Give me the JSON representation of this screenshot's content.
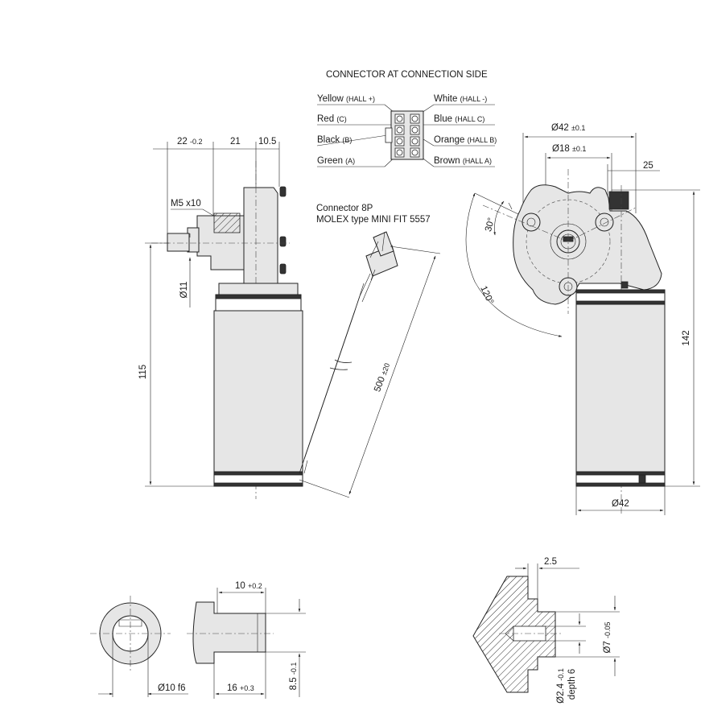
{
  "connector_table": {
    "title": "CONNECTOR AT CONNECTION SIDE",
    "pins_left": [
      {
        "color": "Yellow",
        "signal": "(HALL +)"
      },
      {
        "color": "Red",
        "signal": "(C)"
      },
      {
        "color": "Black",
        "signal": "(B)"
      },
      {
        "color": "Green",
        "signal": "(A)"
      }
    ],
    "pins_right": [
      {
        "color": "White",
        "signal": "(HALL -)"
      },
      {
        "color": "Blue",
        "signal": "(HALL C)"
      },
      {
        "color": "Orange",
        "signal": "(HALL B)"
      },
      {
        "color": "Brown",
        "signal": "(HALL A)"
      }
    ],
    "connector_label_1": "Connector 8P",
    "connector_label_2": "MOLEX type MINI FIT 5557"
  },
  "side_view": {
    "dim_22": "22",
    "dim_22_tol": "-0.2",
    "dim_21": "21",
    "dim_10_5": "10.5",
    "thread": "M5 x10",
    "shaft_dia": "Ø11",
    "length_115": "115",
    "cable_length": "500",
    "cable_tol": "±20"
  },
  "front_view": {
    "dia_42_tol": "Ø42",
    "tol_42": "±0.1",
    "dia_18": "Ø18",
    "tol_18": "±0.1",
    "dim_25": "25",
    "angle_30": "30°",
    "angle_120": "120°",
    "height_142": "142",
    "dia_42": "Ø42"
  },
  "shaft_detail": {
    "dim_10": "10",
    "dim_10_tol": "+0.2",
    "dia_10": "Ø10 f6",
    "dim_16": "16",
    "dim_16_tol": "+0.3",
    "dim_8_5": "8.5",
    "dim_8_5_tol": "-0.1"
  },
  "section_detail": {
    "dim_2_5": "2.5",
    "dia_7": "Ø7",
    "dia_7_tol": "-0.05",
    "dia_2_4": "Ø2.4",
    "dia_2_4_tol": "-0.1",
    "depth": "depth 6"
  },
  "colors": {
    "line": "#222222",
    "fill": "#e6e6e6",
    "dark": "#333333"
  }
}
